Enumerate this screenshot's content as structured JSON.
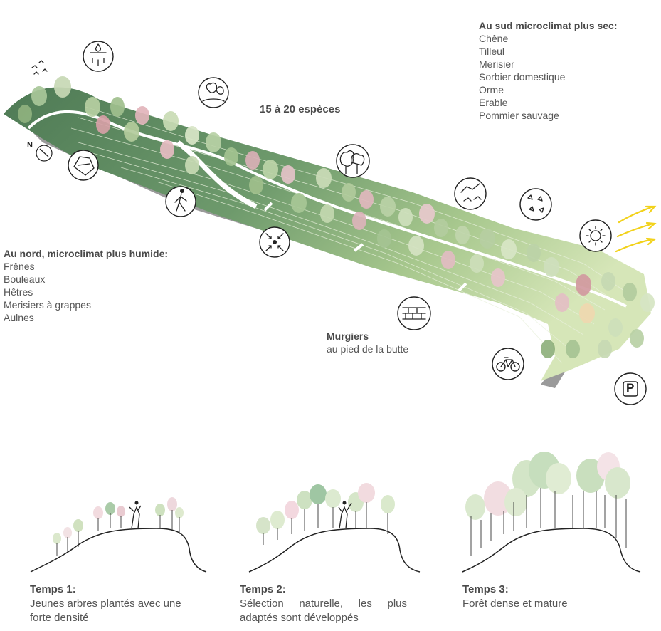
{
  "south": {
    "heading": "Au sud microclimat plus sec:",
    "species": [
      "Chêne",
      "Tilleul",
      "Merisier",
      "Sorbier domestique",
      "Orme",
      "Érable",
      "Pommier sauvage"
    ]
  },
  "north": {
    "heading": "Au nord, microclimat plus humide:",
    "species": [
      "Frênes",
      "Bouleaux",
      "Hêtres",
      "Merisiers à grappes",
      "Aulnes"
    ]
  },
  "species_count": "15 à 20 espèces",
  "murgiers": {
    "title": "Murgiers",
    "subtitle": "au pied de la butte"
  },
  "compass_label": "N",
  "parking_label": "P",
  "stages": [
    {
      "title": "Temps 1:",
      "text": "Jeunes arbres plantés avec une forte densité"
    },
    {
      "title": "Temps 2:",
      "text": "Sélection naturelle, les plus adaptés sont développés"
    },
    {
      "title": "Temps 3:",
      "text": "Forêt dense et mature"
    }
  ],
  "icons": [
    "water-drop-icon",
    "soil-stone-icon",
    "pedestrian-icon",
    "trees-hill-icon",
    "converge-arrows-icon",
    "forest-icon",
    "birds-icon",
    "butterflies-icon",
    "sun-icon",
    "stone-wall-icon",
    "bicycle-icon",
    "parking-icon"
  ],
  "colors": {
    "dark_green": "#4e7a55",
    "light_green": "#c9dfae",
    "pink_tree": "#e8c6cc",
    "sun_rays": "#f2d21b"
  }
}
